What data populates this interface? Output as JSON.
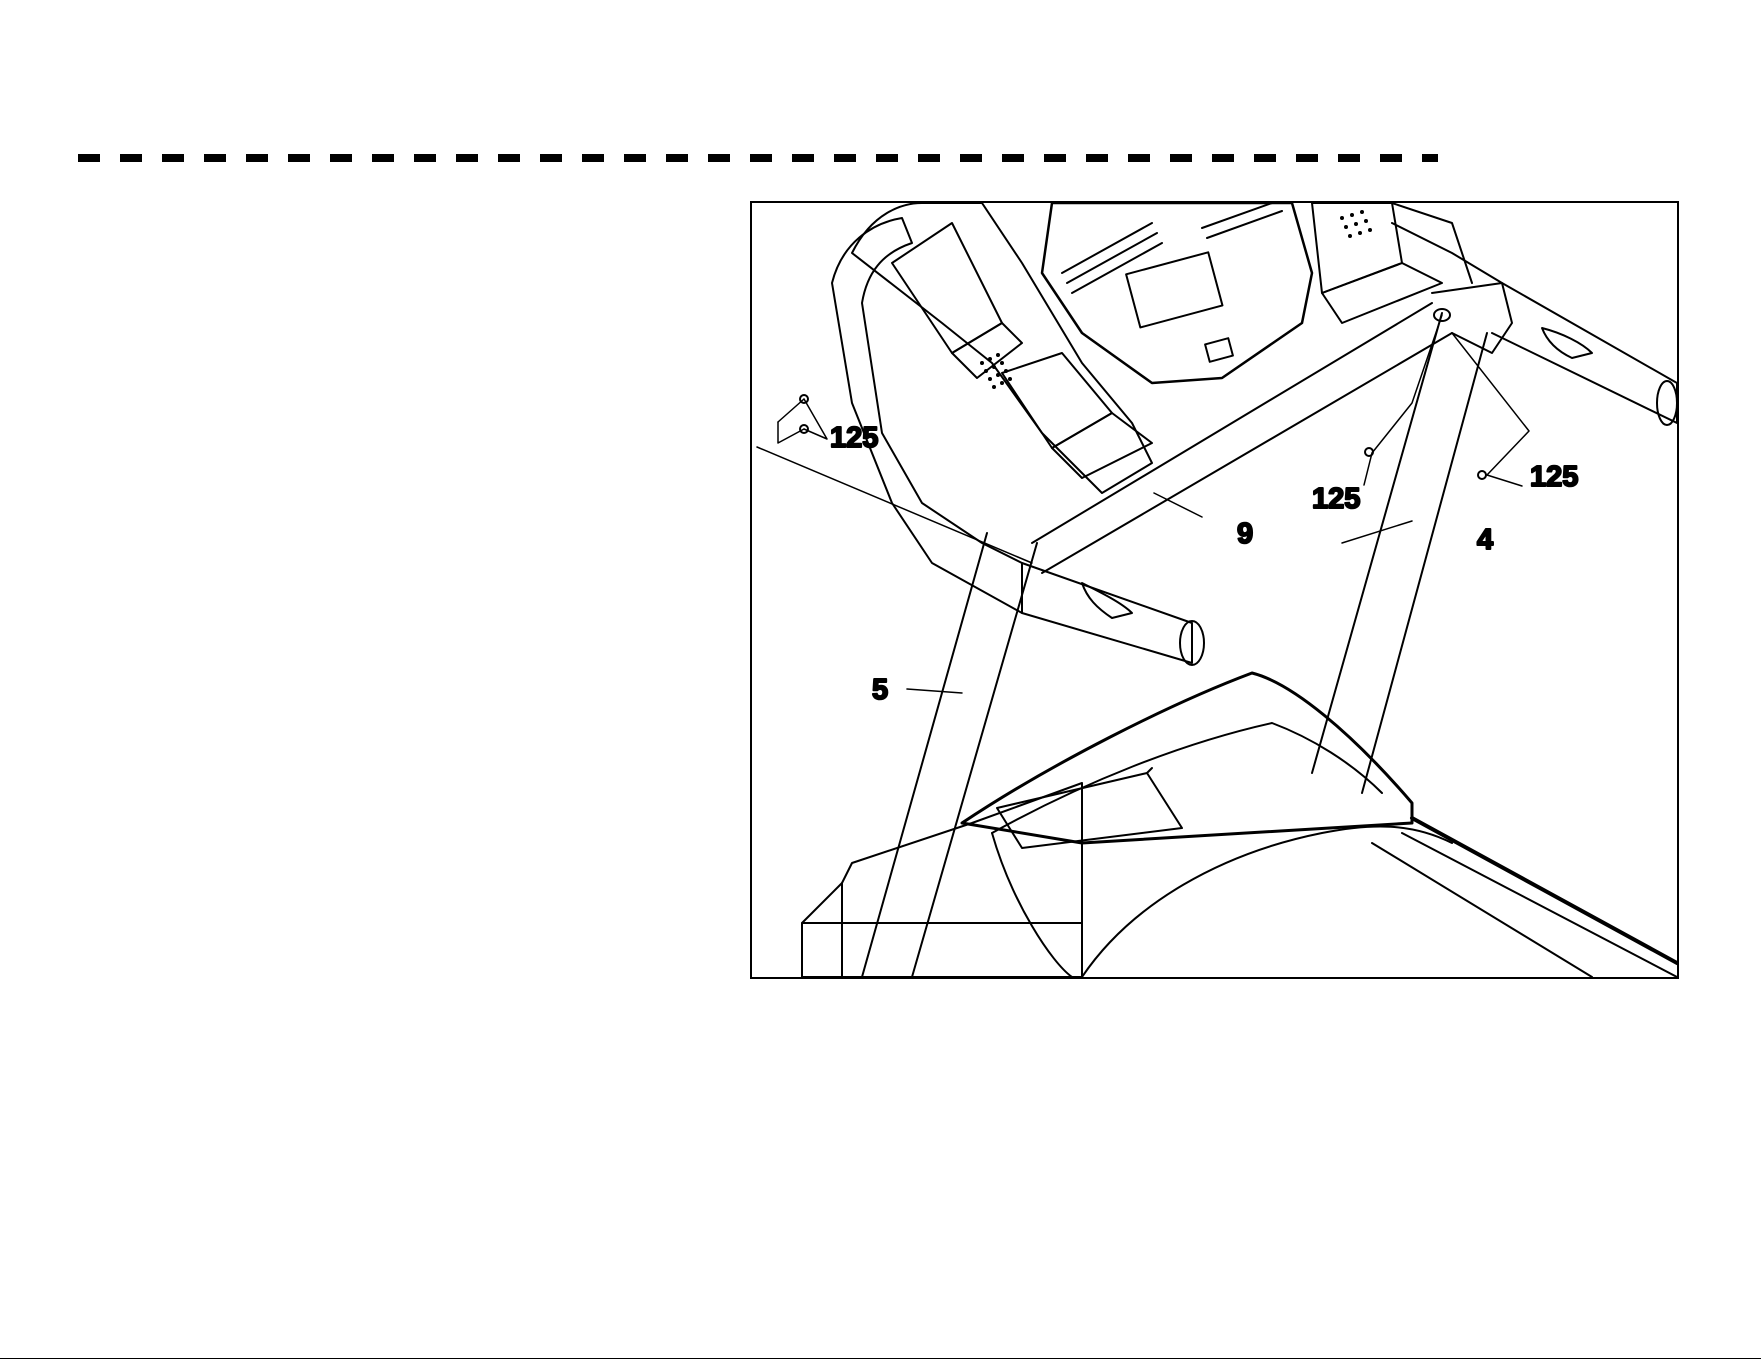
{
  "figure": {
    "callouts": {
      "left_screws": "125",
      "center_screw": "125",
      "right_screw": "125",
      "crossbar": "9",
      "right_upright": "4",
      "left_upright": "5"
    }
  }
}
